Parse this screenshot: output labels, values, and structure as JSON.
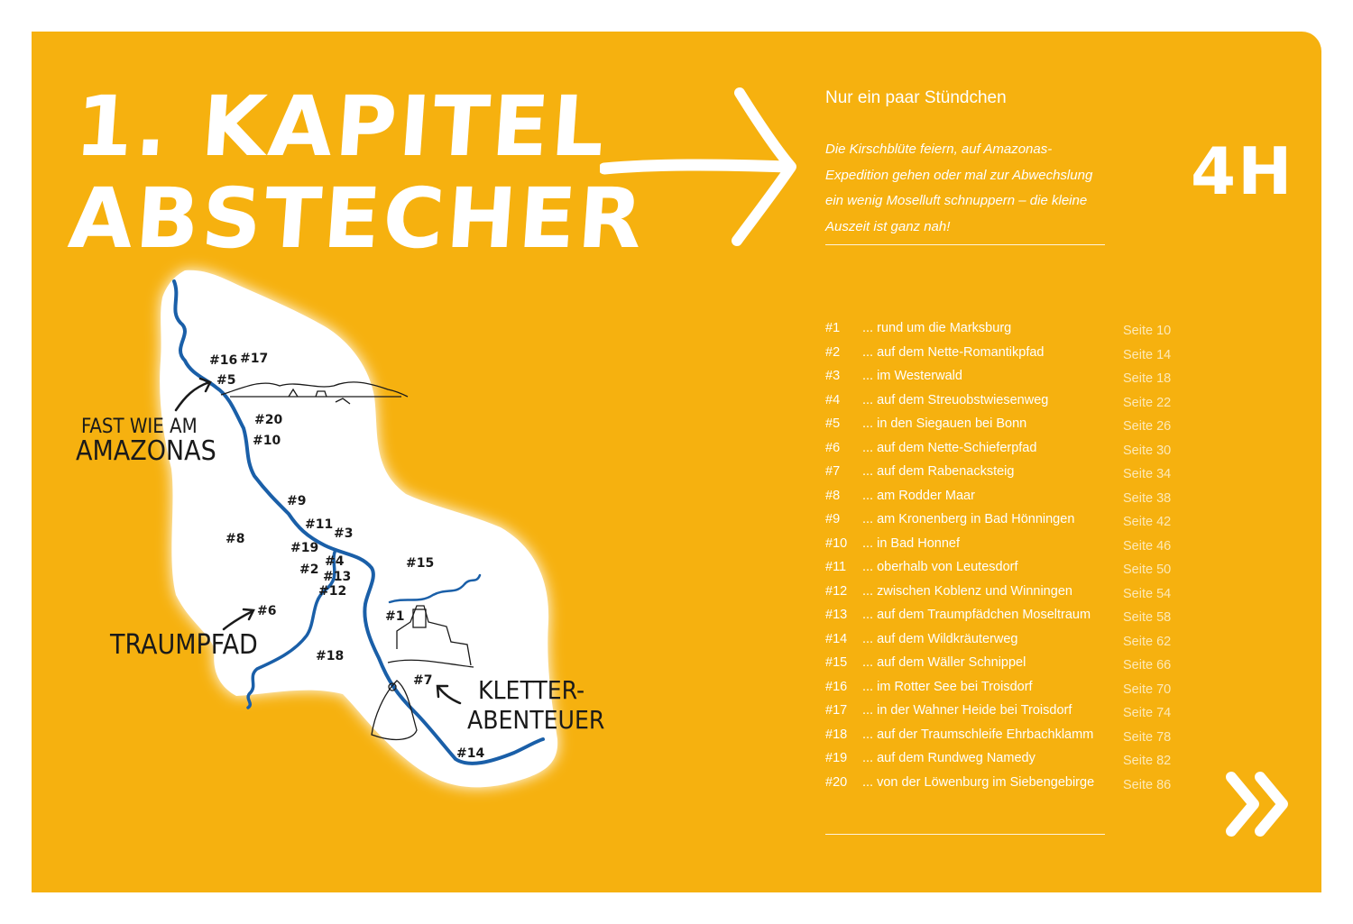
{
  "chapter": {
    "title_line1": "1. KAPITEL",
    "title_line2": "ABSTECHER",
    "subtitle": "Nur ein paar Stündchen",
    "description": "Die Kirschblüte feiern, auf Amazonas-Expedition gehen oder mal zur Abwechslung ein wenig Moselluft schnuppern – die kleine Auszeit ist ganz nah!",
    "duration": "4H"
  },
  "colors": {
    "background": "#f6b10f",
    "river": "#1a5fa8",
    "text": "#ffffff"
  },
  "icons": {
    "arrow": "arrow-right-icon",
    "next": "double-chevron-right-icon"
  },
  "map": {
    "callouts": {
      "amazonas_line1": "FAST WIE AM",
      "amazonas_line2": "AMAZONAS",
      "traumpfad": "TRAUMPFAD",
      "kletter_line1": "KLETTER-",
      "kletter_line2": "ABENTEUER"
    },
    "markers": [
      "#16",
      "#17",
      "#5",
      "#20",
      "#10",
      "#9",
      "#11",
      "#3",
      "#8",
      "#19",
      "#4",
      "#2",
      "#13",
      "#15",
      "#12",
      "#6",
      "#1",
      "#18",
      "#7",
      "#14"
    ]
  },
  "toc": [
    {
      "num": "#1",
      "text": "... rund um die Marksburg",
      "page": "Seite 10"
    },
    {
      "num": "#2",
      "text": "... auf dem Nette-Romantikpfad",
      "page": "Seite 14"
    },
    {
      "num": "#3",
      "text": "... im Westerwald",
      "page": "Seite 18"
    },
    {
      "num": "#4",
      "text": "... auf dem Streuobstwiesenweg",
      "page": "Seite 22"
    },
    {
      "num": "#5",
      "text": "... in den Siegauen bei Bonn",
      "page": "Seite 26"
    },
    {
      "num": "#6",
      "text": "... auf dem Nette-Schieferpfad",
      "page": "Seite 30"
    },
    {
      "num": "#7",
      "text": "... auf dem Rabenacksteig",
      "page": "Seite 34"
    },
    {
      "num": "#8",
      "text": "... am Rodder Maar",
      "page": "Seite 38"
    },
    {
      "num": "#9",
      "text": "... am Kronenberg in Bad Hönningen",
      "page": "Seite 42"
    },
    {
      "num": "#10",
      "text": "... in Bad Honnef",
      "page": "Seite 46"
    },
    {
      "num": "#11",
      "text": "... oberhalb von Leutesdorf",
      "page": "Seite 50"
    },
    {
      "num": "#12",
      "text": "... zwischen Koblenz und Winningen",
      "page": "Seite 54"
    },
    {
      "num": "#13",
      "text": "... auf dem Traumpfädchen Moseltraum",
      "page": "Seite 58"
    },
    {
      "num": "#14",
      "text": "... auf dem Wildkräuterweg",
      "page": "Seite 62"
    },
    {
      "num": "#15",
      "text": "... auf dem Wäller Schnippel",
      "page": "Seite 66"
    },
    {
      "num": "#16",
      "text": "... im Rotter See bei Troisdorf",
      "page": "Seite 70"
    },
    {
      "num": "#17",
      "text": "... in der Wahner Heide bei Troisdorf",
      "page": "Seite 74"
    },
    {
      "num": "#18",
      "text": "... auf der Traumschleife Ehrbachklamm",
      "page": "Seite 78"
    },
    {
      "num": "#19",
      "text": "... auf dem Rundweg Namedy",
      "page": "Seite 82"
    },
    {
      "num": "#20",
      "text": "... von der Löwenburg im Siebengebirge",
      "page": "Seite 86"
    }
  ]
}
